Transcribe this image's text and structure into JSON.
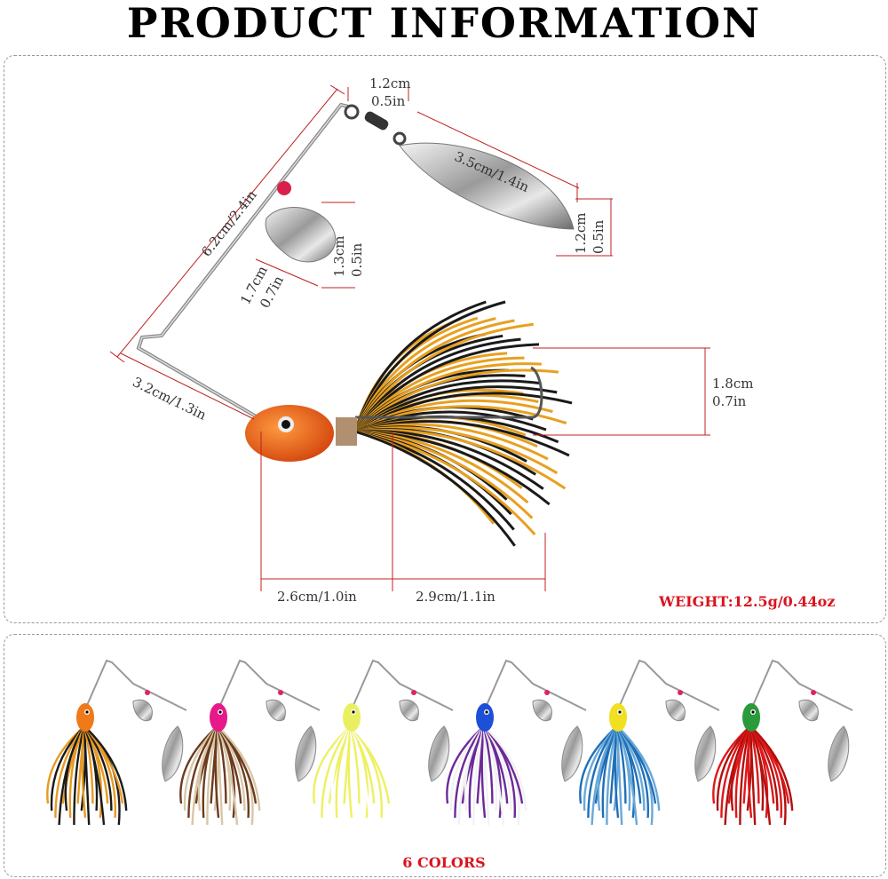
{
  "title": "PRODUCT INFORMATION",
  "dimensions": {
    "swivel_cm": "1.2cm",
    "swivel_in": "0.5in",
    "big_blade_len": "3.5cm/1.4in",
    "big_blade_w_cm": "1.2cm",
    "big_blade_w_in": "0.5in",
    "arm_len": "6.2cm/2.4in",
    "small_blade_w_cm": "1.3cm",
    "small_blade_w_in": "0.5in",
    "small_blade_len_cm": "1.7cm",
    "small_blade_len_in": "0.7in",
    "lower_arm": "3.2cm/1.3in",
    "hook_cm": "1.8cm",
    "hook_in": "0.7in",
    "head_len": "2.6cm/1.0in",
    "skirt_len": "2.9cm/1.1in"
  },
  "weight_label": "WEIGHT:12.5g/0.44oz",
  "colors_label": "6 COLORS",
  "variants": [
    {
      "head": "#f07a18",
      "skirt_a": "#e89a22",
      "skirt_b": "#1a1a1a"
    },
    {
      "head": "#e8188a",
      "skirt_a": "#6b3a1e",
      "skirt_b": "#d8c7a8"
    },
    {
      "head": "#e8f060",
      "skirt_a": "#eef060",
      "skirt_b": "#ffffff"
    },
    {
      "head": "#1e4fd8",
      "skirt_a": "#6b2a9a",
      "skirt_b": "#f2f2f2"
    },
    {
      "head": "#f0e020",
      "skirt_a": "#1f6fb8",
      "skirt_b": "#6aa8d8"
    },
    {
      "head": "#2a9a3a",
      "skirt_a": "#e01818",
      "skirt_b": "#b01010"
    }
  ]
}
